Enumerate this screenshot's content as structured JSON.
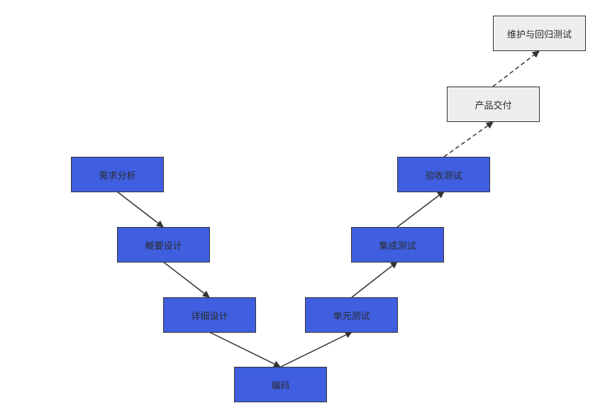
{
  "diagram": {
    "nodes": [
      {
        "id": "requirements",
        "label": "需求分析",
        "kind": "stage"
      },
      {
        "id": "high-level-design",
        "label": "概要设计",
        "kind": "stage"
      },
      {
        "id": "detailed-design",
        "label": "详细设计",
        "kind": "stage"
      },
      {
        "id": "coding",
        "label": "编码",
        "kind": "stage"
      },
      {
        "id": "unit-test",
        "label": "单元测试",
        "kind": "stage"
      },
      {
        "id": "integration-test",
        "label": "集成测试",
        "kind": "stage"
      },
      {
        "id": "acceptance-test",
        "label": "验收测试",
        "kind": "stage"
      },
      {
        "id": "product-delivery",
        "label": "产品交付",
        "kind": "post"
      },
      {
        "id": "maintenance",
        "label": "维护与回归测试",
        "kind": "post"
      }
    ],
    "edges": [
      {
        "from": "requirements",
        "to": "high-level-design",
        "style": "solid"
      },
      {
        "from": "high-level-design",
        "to": "detailed-design",
        "style": "solid"
      },
      {
        "from": "detailed-design",
        "to": "coding",
        "style": "solid"
      },
      {
        "from": "coding",
        "to": "unit-test",
        "style": "solid"
      },
      {
        "from": "unit-test",
        "to": "integration-test",
        "style": "solid"
      },
      {
        "from": "integration-test",
        "to": "acceptance-test",
        "style": "solid"
      },
      {
        "from": "acceptance-test",
        "to": "product-delivery",
        "style": "dashed"
      },
      {
        "from": "product-delivery",
        "to": "maintenance",
        "style": "dashed"
      }
    ],
    "colors": {
      "stage_fill": "#3f5fe0",
      "post_fill": "#efeded",
      "border": "#333333",
      "edge": "#333333"
    }
  }
}
